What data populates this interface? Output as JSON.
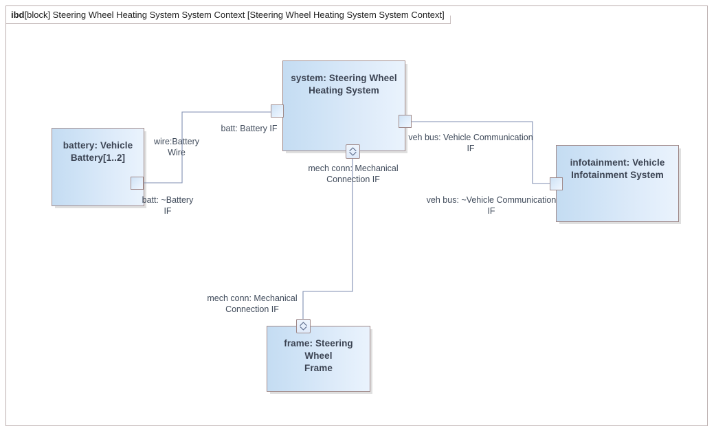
{
  "diagram": {
    "header": {
      "kind": "ibd",
      "rest": "[block] Steering Wheel Heating System System Context [Steering Wheel Heating System System Context]"
    },
    "colors": {
      "block_fill_light": "#eaf3fd",
      "block_fill_dark": "#c4dcf2",
      "block_border": "#a08a8a",
      "connector": "#7f8eb0",
      "frame_border": "#b9acac",
      "text": "#3b4352"
    },
    "parts": [
      {
        "id": "battery",
        "label": "battery: Vehicle\nBattery[1..2]"
      },
      {
        "id": "system",
        "label": "system: Steering Wheel\nHeating System"
      },
      {
        "id": "infotainment",
        "label": "infotainment: Vehicle\nInfotainment System"
      },
      {
        "id": "frame",
        "label": "frame: Steering Wheel\nFrame"
      }
    ],
    "ports": [
      {
        "id": "battery-batt-port",
        "kind": "full",
        "glyph": ""
      },
      {
        "id": "system-batt-port",
        "kind": "full",
        "glyph": ""
      },
      {
        "id": "system-vehbus-port",
        "kind": "full",
        "glyph": ""
      },
      {
        "id": "system-mech-port",
        "kind": "proxy",
        "glyph": "chevron-up-down"
      },
      {
        "id": "infotainment-vehbus-port",
        "kind": "full",
        "glyph": ""
      },
      {
        "id": "frame-mech-port",
        "kind": "proxy",
        "glyph": "chevron-up-down"
      }
    ],
    "connector_labels": [
      {
        "id": "wire-battery-wire",
        "text": "wire:Battery\nWire"
      },
      {
        "id": "batt-battery-if",
        "text": "batt: Battery IF"
      },
      {
        "id": "batt-conj-battery-if",
        "text": "batt: ~Battery\nIF"
      },
      {
        "id": "veh-bus-vehicle-communication-if",
        "text": "veh bus: Vehicle Communication\nIF"
      },
      {
        "id": "veh-bus-conj-vehicle-communication-if",
        "text": "veh bus: ~Vehicle Communication\nIF"
      },
      {
        "id": "mech-conn-upper",
        "text": "mech conn: Mechanical\nConnection IF"
      },
      {
        "id": "mech-conn-lower",
        "text": "mech conn: Mechanical\nConnection IF"
      }
    ]
  }
}
